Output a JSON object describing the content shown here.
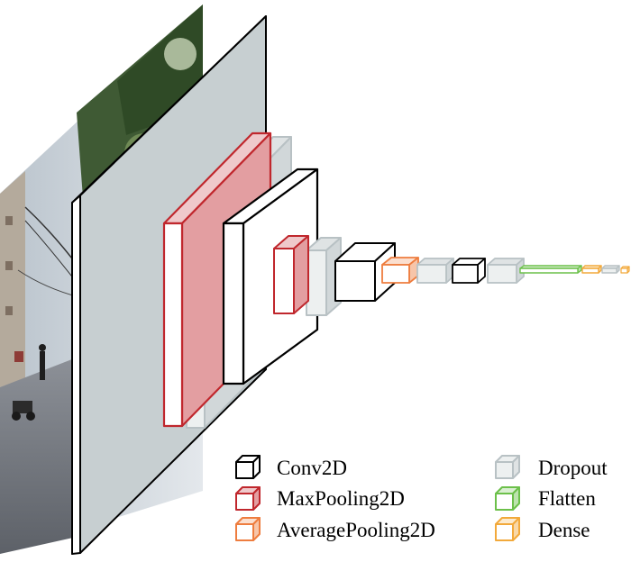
{
  "diagram": {
    "layer_types": {
      "conv2d": {
        "label": "Conv2D",
        "color": "#000000"
      },
      "maxpool": {
        "label": "MaxPooling2D",
        "color": "#c0272d"
      },
      "avgpool": {
        "label": "AveragePooling2D",
        "color": "#ee7d3f"
      },
      "dropout": {
        "label": "Dropout",
        "color": "#b8c1c4"
      },
      "flatten": {
        "label": "Flatten",
        "color": "#6cc04a"
      },
      "dense": {
        "label": "Dense",
        "color": "#f2a93b"
      }
    },
    "layer_sequence": [
      "input-image",
      "conv2d",
      "maxpool",
      "dropout",
      "conv2d",
      "maxpool",
      "dropout",
      "conv2d",
      "avgpool",
      "dropout",
      "conv2d",
      "dropout",
      "flatten",
      "dense",
      "dropout",
      "dense"
    ]
  },
  "legend": {
    "conv2d_label": "Conv2D",
    "maxpool_label": "MaxPooling2D",
    "avgpool_label": "AveragePooling2D",
    "dropout_label": "Dropout",
    "flatten_label": "Flatten",
    "dense_label": "Dense"
  }
}
